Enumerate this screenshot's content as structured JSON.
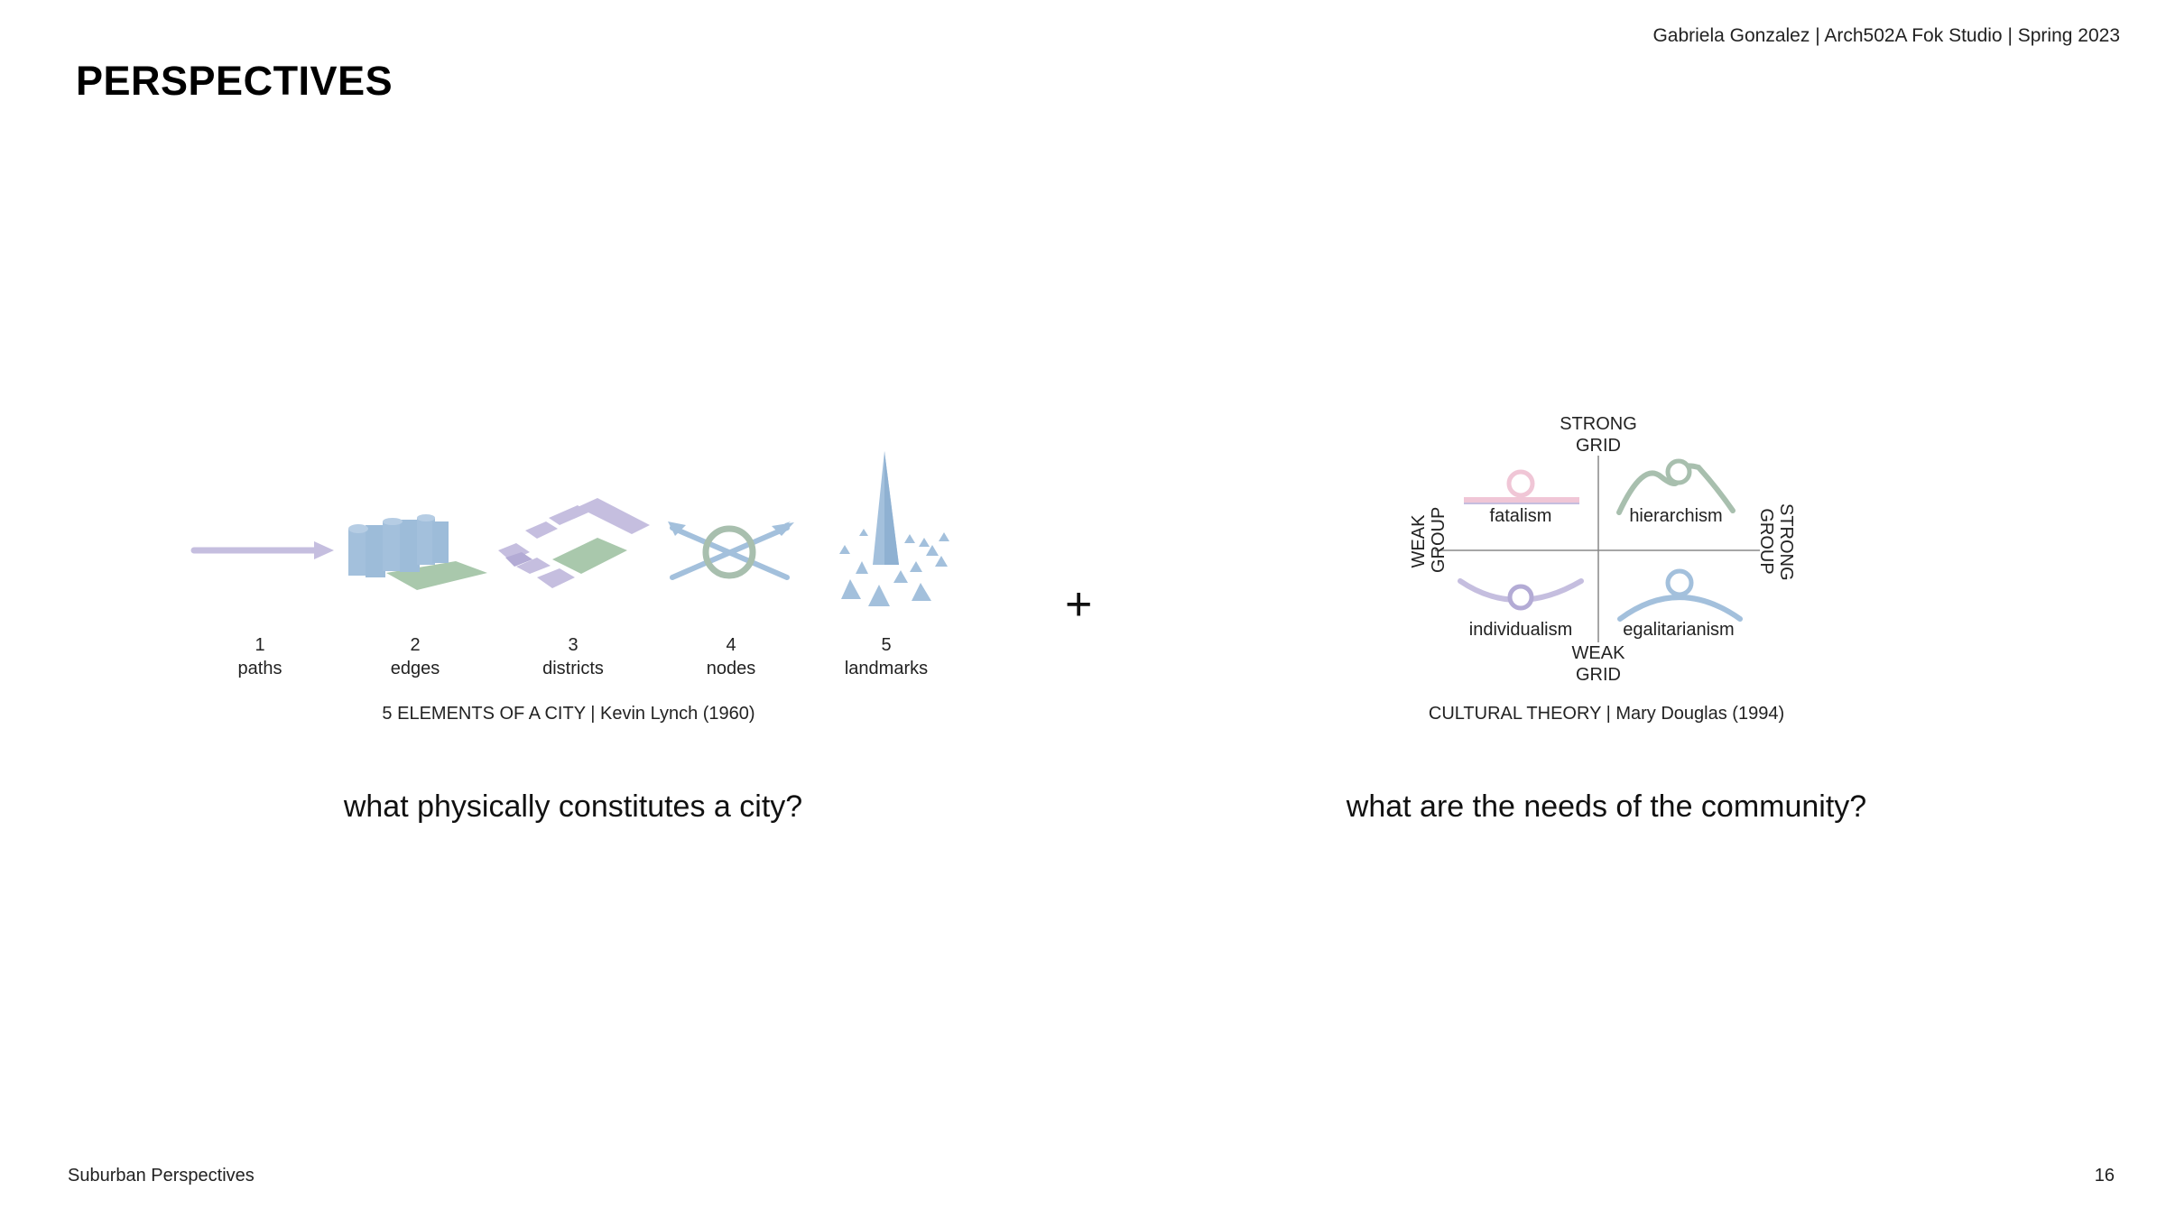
{
  "header": {
    "credit": "Gabriela Gonzalez | Arch502A Fok Studio | Spring 2023"
  },
  "title": "PERSPECTIVES",
  "lynch": {
    "elements": [
      {
        "number": "1",
        "label": "paths"
      },
      {
        "number": "2",
        "label": "edges"
      },
      {
        "number": "3",
        "label": "districts"
      },
      {
        "number": "4",
        "label": "nodes"
      },
      {
        "number": "5",
        "label": "landmarks"
      }
    ],
    "caption": "5 ELEMENTS OF A CITY | Kevin Lynch (1960)",
    "question": "what physically constitutes a city?"
  },
  "plus": "+",
  "douglas": {
    "top": "STRONG\nGRID",
    "bottom": "WEAK\nGRID",
    "left": "WEAK\nGROUP",
    "right": "STRONG\nGROUP",
    "quadrants": {
      "fatalism": "fatalism",
      "hierarchism": "hierarchism",
      "individualism": "individualism",
      "egalitarianism": "egalitarianism"
    },
    "caption": "CULTURAL THEORY | Mary Douglas (1994)",
    "question": "what are the needs of the community?"
  },
  "footer": {
    "left": "Suburban Perspectives",
    "page": "16"
  },
  "colors": {
    "lavender": "#c5bedf",
    "blue": "#a3c0dc",
    "green": "#a9c8ac",
    "sage": "#a8bfae",
    "pink": "#f0c6d6",
    "axis": "#888888"
  }
}
